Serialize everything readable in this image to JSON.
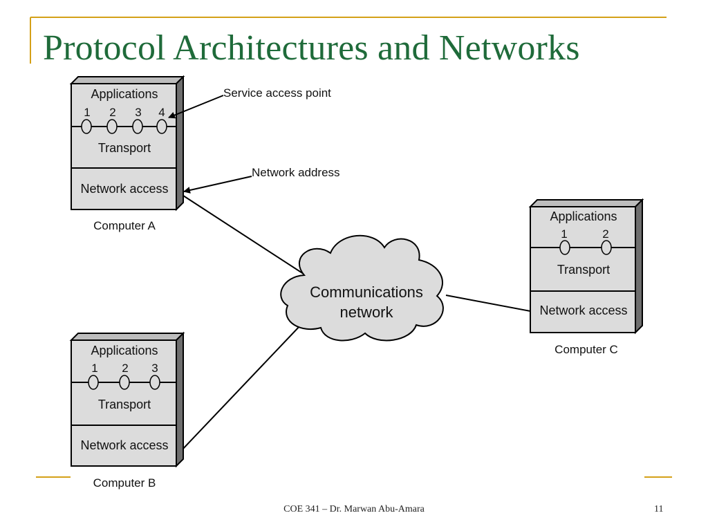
{
  "slide": {
    "title": "Protocol Architectures and Networks",
    "footer_text": "COE 341 – Dr. Marwan Abu-Amara",
    "page_number": "11"
  },
  "diagram": {
    "annotations": {
      "service_access_point": "Service access point",
      "network_address": "Network address"
    },
    "network": {
      "line1": "Communications",
      "line2": "network"
    },
    "computers": [
      {
        "name": "Computer A",
        "layers": {
          "applications": "Applications",
          "transport": "Transport",
          "network_access": "Network access"
        },
        "ports": [
          "1",
          "2",
          "3",
          "4"
        ]
      },
      {
        "name": "Computer B",
        "layers": {
          "applications": "Applications",
          "transport": "Transport",
          "network_access": "Network access"
        },
        "ports": [
          "1",
          "2",
          "3"
        ]
      },
      {
        "name": "Computer C",
        "layers": {
          "applications": "Applications",
          "transport": "Transport",
          "network_access": "Network access"
        },
        "ports": [
          "1",
          "2"
        ]
      }
    ]
  },
  "colors": {
    "title": "#1f6b3a",
    "accent_line": "#d4a017",
    "box_fill": "#dcdcdc",
    "box_side": "#6e6e6e",
    "cloud_fill": "#dcdcdc"
  }
}
